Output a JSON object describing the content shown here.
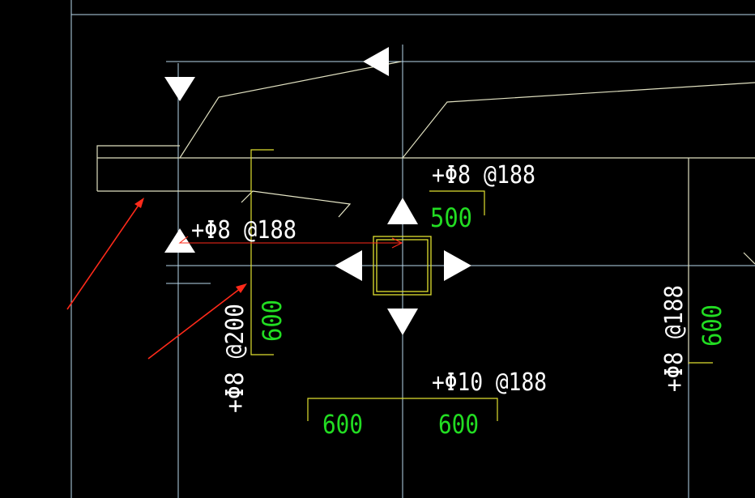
{
  "drawing": {
    "rebar_labels": {
      "top_beam": "+Φ8 @188",
      "left_beam": "+Φ8 @188",
      "left_column_vertical": "+Φ8 @200",
      "bottom_beam": "+Φ10 @188",
      "right_column_vertical": "+Φ8 @188"
    },
    "dimensions": {
      "top_500": "500",
      "left_600": "600",
      "bottom_left_600": "600",
      "bottom_right_600": "600",
      "right_600": "600"
    },
    "colors": {
      "background": "#000000",
      "axis": "#b8d8ec",
      "dimension": "#e0e030",
      "dimension_text": "#22dd22",
      "annotation_arrow": "#ff2a1a",
      "grip": "#ffffff"
    }
  }
}
